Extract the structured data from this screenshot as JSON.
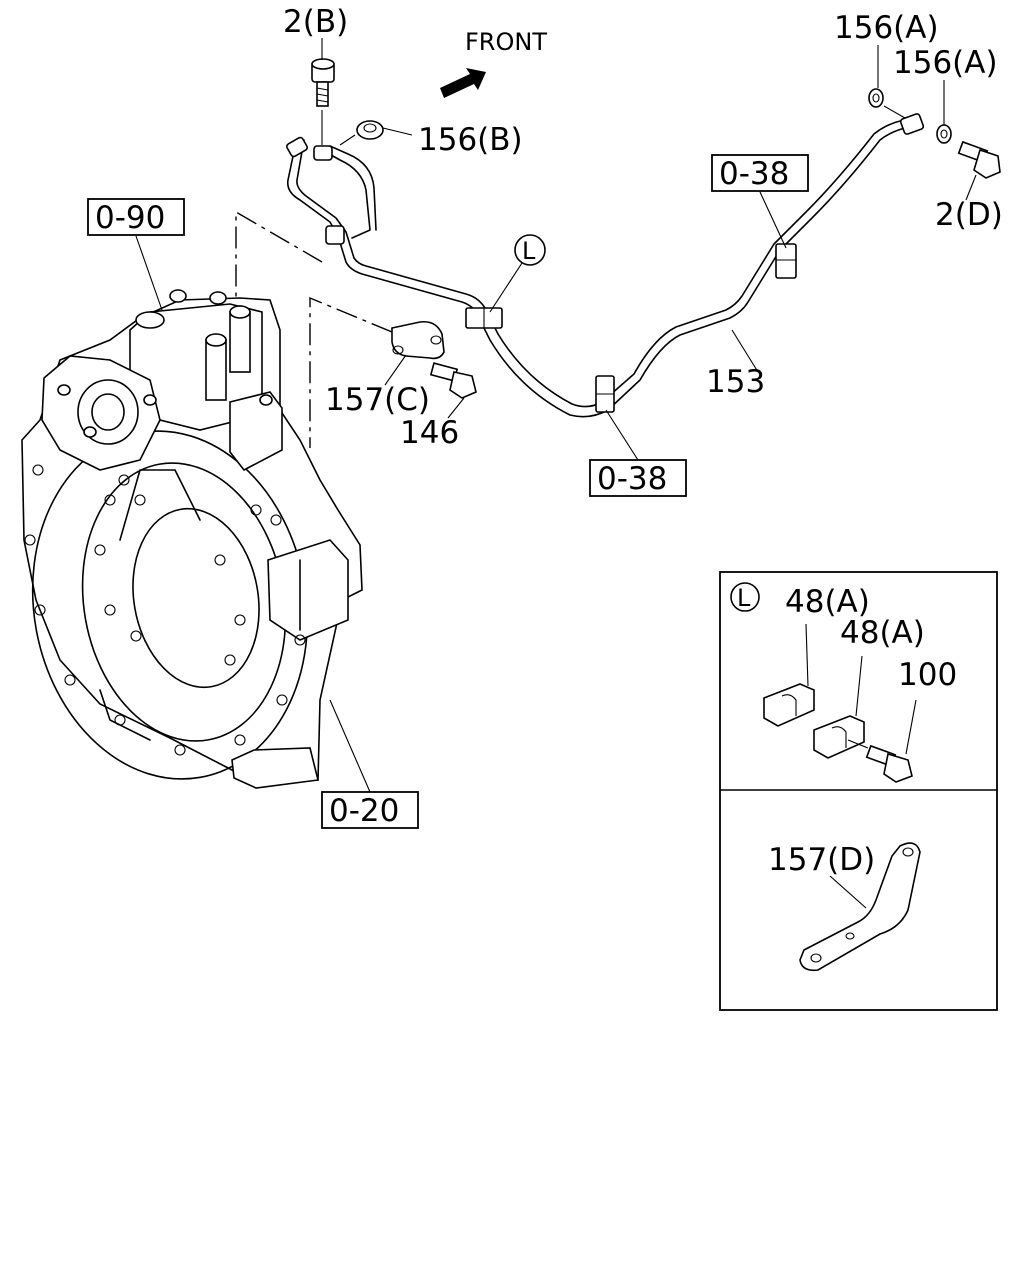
{
  "front_label": "FRONT",
  "callouts": {
    "p2b": "2(B)",
    "p156b": "156(B)",
    "p156a_1": "156(A)",
    "p156a_2": "156(A)",
    "p2d": "2(D)",
    "p157c": "157(C)",
    "p146": "146",
    "p153": "153",
    "p48a_1": "48(A)",
    "p48a_2": "48(A)",
    "p100": "100",
    "p157d": "157(D)"
  },
  "reference_boxes": {
    "ref_0_90": "0-90",
    "ref_0_38_top": "0-38",
    "ref_0_38_bottom": "0-38",
    "ref_0_20": "0-20"
  },
  "detail_marker": "L",
  "icons": [
    "front-arrow-icon",
    "detail-l-circle-icon"
  ]
}
